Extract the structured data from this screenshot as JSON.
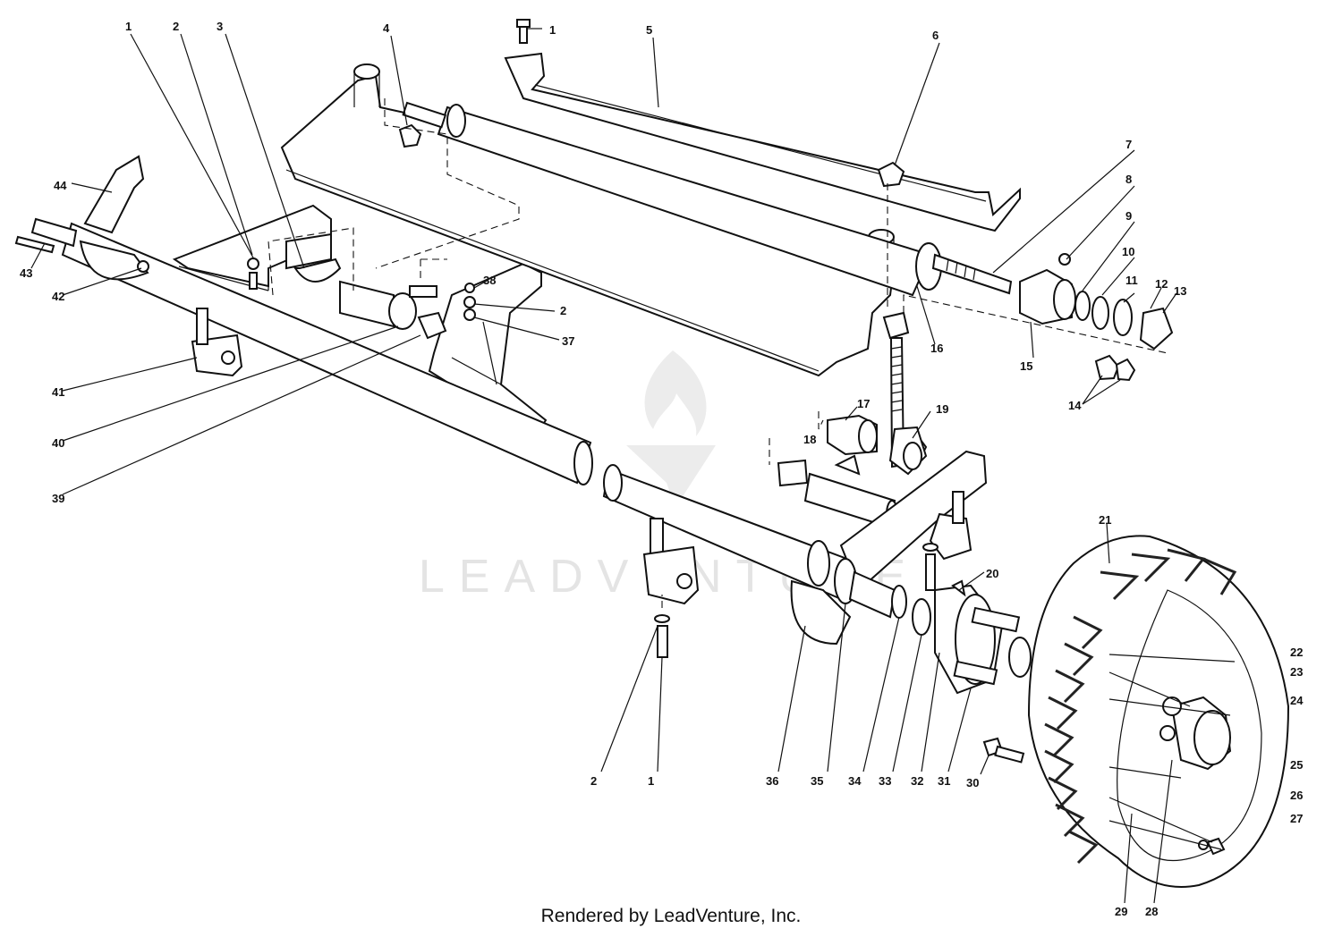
{
  "watermark": {
    "text": "LEADVENTURE"
  },
  "credit": "Rendered by LeadVenture, Inc.",
  "callouts": [
    {
      "id": "c1a",
      "label": "1"
    },
    {
      "id": "c2a",
      "label": "2"
    },
    {
      "id": "c3",
      "label": "3"
    },
    {
      "id": "c4",
      "label": "4"
    },
    {
      "id": "c1b",
      "label": "1"
    },
    {
      "id": "c5",
      "label": "5"
    },
    {
      "id": "c6",
      "label": "6"
    },
    {
      "id": "c7",
      "label": "7"
    },
    {
      "id": "c8",
      "label": "8"
    },
    {
      "id": "c9",
      "label": "9"
    },
    {
      "id": "c10",
      "label": "10"
    },
    {
      "id": "c11",
      "label": "11"
    },
    {
      "id": "c12",
      "label": "12"
    },
    {
      "id": "c13",
      "label": "13"
    },
    {
      "id": "c14",
      "label": "14"
    },
    {
      "id": "c15",
      "label": "15"
    },
    {
      "id": "c16",
      "label": "16"
    },
    {
      "id": "c17",
      "label": "17"
    },
    {
      "id": "c18",
      "label": "18"
    },
    {
      "id": "c19",
      "label": "19"
    },
    {
      "id": "c20",
      "label": "20"
    },
    {
      "id": "c21",
      "label": "21"
    },
    {
      "id": "c22",
      "label": "22"
    },
    {
      "id": "c23",
      "label": "23"
    },
    {
      "id": "c24",
      "label": "24"
    },
    {
      "id": "c25",
      "label": "25"
    },
    {
      "id": "c26",
      "label": "26"
    },
    {
      "id": "c27",
      "label": "27"
    },
    {
      "id": "c28",
      "label": "28"
    },
    {
      "id": "c29",
      "label": "29"
    },
    {
      "id": "c30",
      "label": "30"
    },
    {
      "id": "c31",
      "label": "31"
    },
    {
      "id": "c32",
      "label": "32"
    },
    {
      "id": "c33",
      "label": "33"
    },
    {
      "id": "c34",
      "label": "34"
    },
    {
      "id": "c35",
      "label": "35"
    },
    {
      "id": "c36",
      "label": "36"
    },
    {
      "id": "c1c",
      "label": "1"
    },
    {
      "id": "c2c",
      "label": "2"
    },
    {
      "id": "c37",
      "label": "37"
    },
    {
      "id": "c2b",
      "label": "2"
    },
    {
      "id": "c38",
      "label": "38"
    },
    {
      "id": "c39",
      "label": "39"
    },
    {
      "id": "c40",
      "label": "40"
    },
    {
      "id": "c41",
      "label": "41"
    },
    {
      "id": "c42",
      "label": "42"
    },
    {
      "id": "c43",
      "label": "43"
    },
    {
      "id": "c44",
      "label": "44"
    }
  ]
}
